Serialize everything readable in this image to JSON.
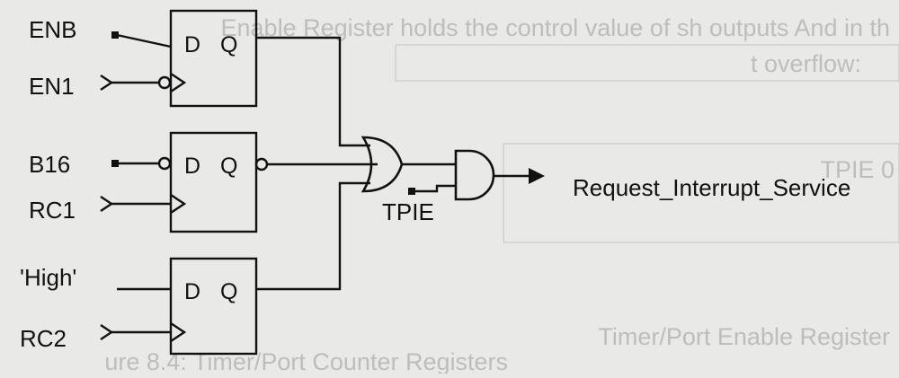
{
  "inputs": {
    "enb": "ENB",
    "en1": "EN1",
    "b16": "B16",
    "rc1": "RC1",
    "high": "'High'",
    "rc2": "RC2"
  },
  "flipflops": [
    {
      "d": "D",
      "q": "Q"
    },
    {
      "d": "D",
      "q": "Q"
    },
    {
      "d": "D",
      "q": "Q"
    }
  ],
  "gate_input_label": "TPIE",
  "output_label": "Request_Interrupt_Service",
  "bleed_through_text": {
    "line1": "Enable Register holds the control value of sh outputs And in th",
    "line2": "t overflow:",
    "line3": "Timer/Port Enable Register",
    "line4": "ure 8.4: Timer/Port Counter Registers",
    "reg_row": "TPIE 0"
  },
  "colors": {
    "background": "#e9e9e7",
    "ink": "#111111",
    "ghost": "#9a9a98"
  }
}
